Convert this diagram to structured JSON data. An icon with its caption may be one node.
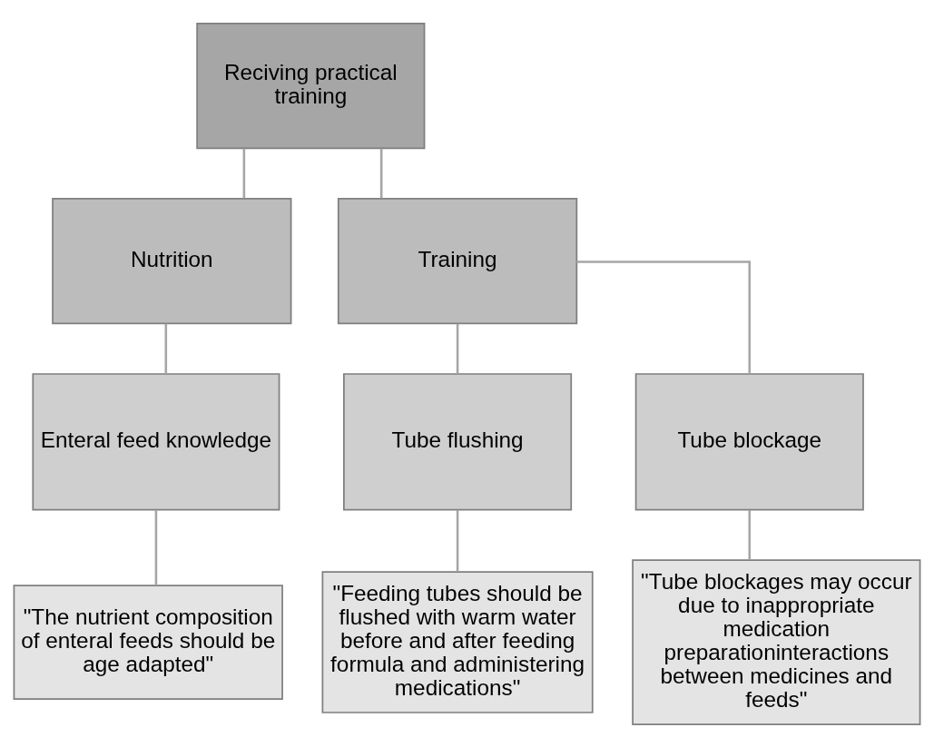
{
  "diagram": {
    "nodes": [
      {
        "text": [
          "Reciving practical training"
        ]
      },
      {
        "text": [
          "Nutrition"
        ]
      },
      {
        "text": [
          "Training"
        ]
      },
      {
        "text": [
          "Enteral feed knowledge"
        ]
      },
      {
        "text": [
          "Tube flushing"
        ]
      },
      {
        "text": [
          "Tube blockage"
        ]
      },
      {
        "text": [
          "\"The nutrient composition of enteral feeds should be age adapted\""
        ]
      },
      {
        "text": [
          "\"Feeding tubes should be flushed with warm water before and after feeding formula and administering medications\""
        ]
      },
      {
        "text": [
          "\"Tube blockages may occur due to inappropriate medication preparationinteractions between medicines and feeds\""
        ]
      }
    ],
    "edges": [
      {
        "from": 0,
        "to": 1,
        "arrow": "none"
      },
      {
        "from": 0,
        "to": 2,
        "arrow": "none"
      },
      {
        "from": 1,
        "to": 3,
        "arrow": "none"
      },
      {
        "from": 2,
        "to": 4,
        "arrow": "none"
      },
      {
        "from": 2,
        "to": 5,
        "arrow": "none"
      },
      {
        "from": 3,
        "to": 6,
        "arrow": "none"
      },
      {
        "from": 4,
        "to": 7,
        "arrow": "none"
      },
      {
        "from": 5,
        "to": 8,
        "arrow": "none"
      }
    ]
  }
}
